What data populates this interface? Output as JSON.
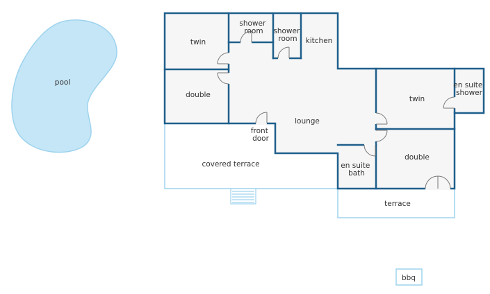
{
  "labels": {
    "pool": "pool",
    "twin_left": "twin",
    "shower_room_1": [
      "shower",
      "room"
    ],
    "shower_room_2": [
      "shower",
      "room"
    ],
    "kitchen": "kitchen",
    "double_left": "double",
    "front_door": [
      "front",
      "door"
    ],
    "lounge": "lounge",
    "twin_right": "twin",
    "en_suite_shower": [
      "en suite",
      "shower"
    ],
    "covered_terrace": "covered terrace",
    "en_suite_bath": [
      "en suite",
      "bath"
    ],
    "double_right": "double",
    "terrace": "terrace",
    "bbq": "bbq"
  },
  "colors": {
    "wall": "#1f5f8b",
    "outdoor_outline": "#9ed3ee",
    "pool_fill": "#c5e6f7",
    "floor": "#f6f6f6",
    "text": "#333333"
  }
}
